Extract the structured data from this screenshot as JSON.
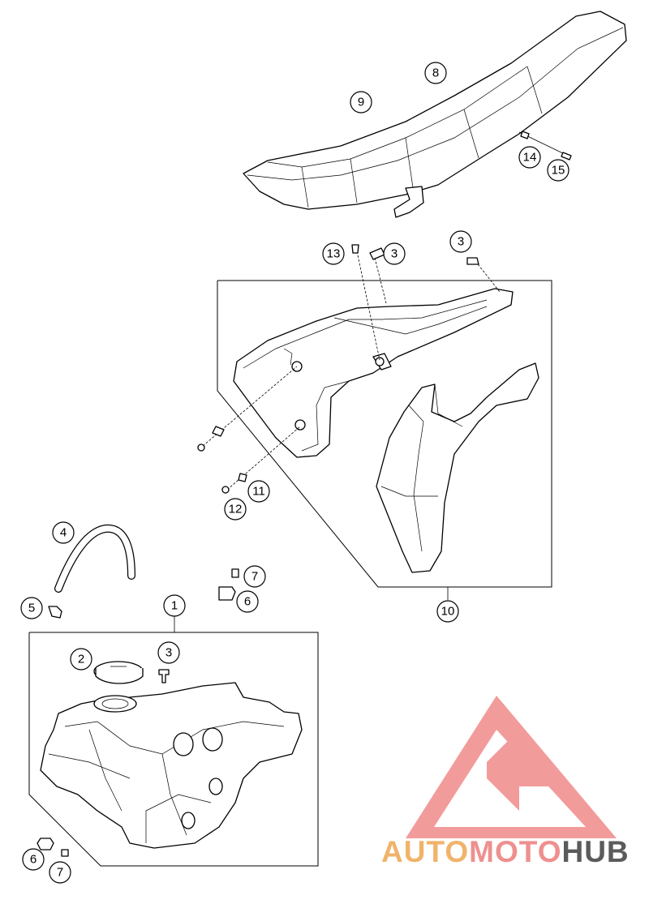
{
  "callouts": [
    "1",
    "2",
    "3",
    "4",
    "5",
    "6",
    "7",
    "8",
    "9",
    "10",
    "11",
    "12",
    "13",
    "14",
    "15"
  ],
  "watermark": {
    "parts": [
      "AUTO",
      "MOTO",
      "HUB"
    ],
    "colors": {
      "auto": "#f1b36a",
      "moto": "#ef8f8f",
      "hub": "#5b5b5b",
      "triangle": "#f08a8a"
    }
  }
}
